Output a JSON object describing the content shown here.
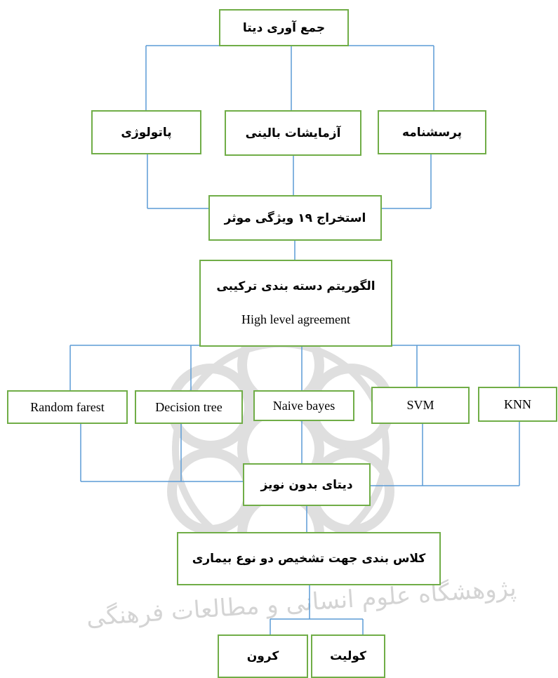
{
  "colors": {
    "box_border": "#70ad47",
    "connector": "#5b9bd5",
    "text": "#000000",
    "watermark": "#d9d9d9"
  },
  "nodes": {
    "data_collection": "جمع آوری دیتا",
    "pathology": "پاتولوژی",
    "clinical_tests": "آزمایشات بالینی",
    "questionnaire": "پرسشنامه",
    "feature_extraction": "استخراج ۱۹ ویژگی موثر",
    "ensemble_title": "الگوریتم دسته بندی ترکیبی",
    "ensemble_subtitle": "High level agreement",
    "random_forest": "Random farest",
    "decision_tree": "Decision tree",
    "naive_bayes": "Naive bayes",
    "svm": "SVM",
    "knn": "KNN",
    "noise_free_data": "دیتای بدون نویز",
    "classification": "کلاس بندی جهت تشخیص دو نوع بیماری",
    "crohn": "کرون",
    "colitis": "کولیت"
  },
  "watermark": {
    "text": "پژوهشگاه علوم انسانی و مطالعات فرهنگی",
    "icon": "decorative-rosette-logo"
  }
}
